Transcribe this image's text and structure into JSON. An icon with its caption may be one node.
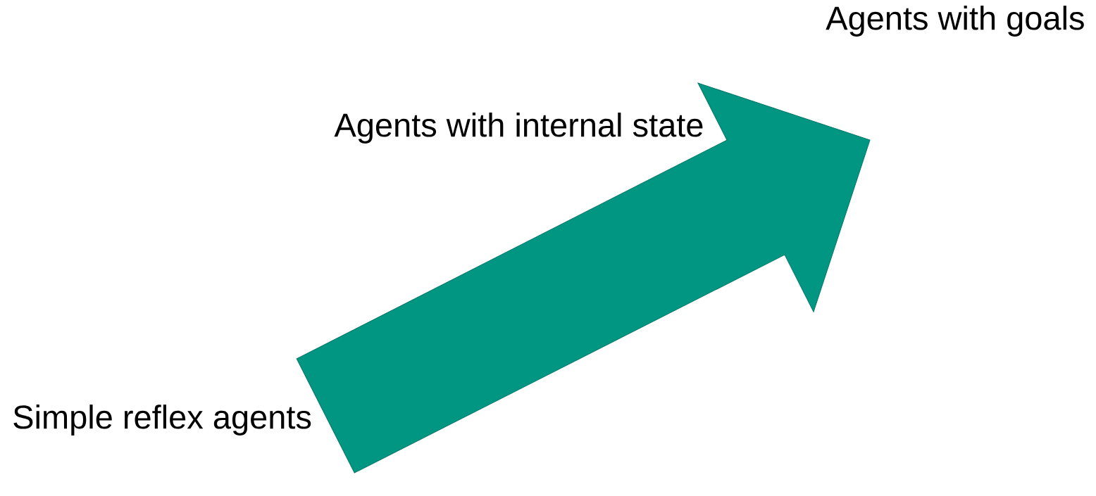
{
  "diagram": {
    "nodes": [
      {
        "text": [
          "Simple reflex agents"
        ]
      },
      {
        "text": [
          "Agents with internal state"
        ]
      },
      {
        "text": [
          "Agents with goals"
        ]
      }
    ],
    "edges": [
      {
        "from": 0,
        "to": 2,
        "arrow": "to",
        "color": "#009682"
      }
    ]
  }
}
